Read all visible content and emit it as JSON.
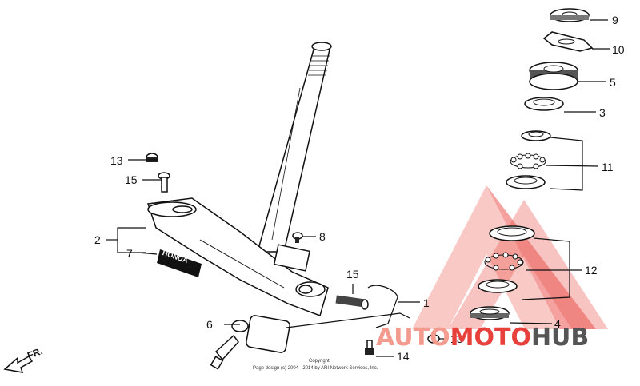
{
  "callouts": {
    "n9": "9",
    "n10": "10",
    "n5": "5",
    "n3": "3",
    "n11": "11",
    "n13a": "13",
    "n15a": "15",
    "n2": "2",
    "n7": "7",
    "n8": "8",
    "n12": "12",
    "n15b": "15",
    "n1": "1",
    "n6": "6",
    "n4": "4",
    "n13b": "13",
    "n14": "14"
  },
  "direction_label": "FR.",
  "emblem_text": "HONDA",
  "copyright": {
    "line1": "Copyright",
    "line2": "Page design (c) 2004 - 2014 by ARI Network Services, Inc."
  },
  "watermark": {
    "part1": "AUTO",
    "part2": "MOTO",
    "part3": "HUB",
    "colors": {
      "accent": "#e8413c",
      "light": "#f49b8f",
      "dark": "#555555"
    }
  }
}
